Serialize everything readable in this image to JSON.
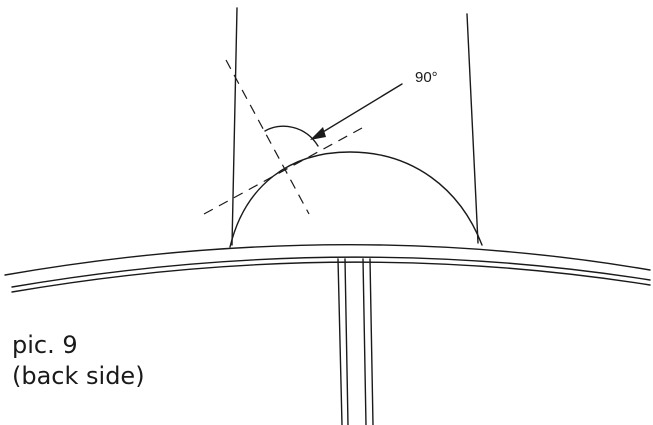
{
  "figure": {
    "angle_label": "90°",
    "caption_line1": "pic. 9",
    "caption_line2": "(back side)"
  }
}
